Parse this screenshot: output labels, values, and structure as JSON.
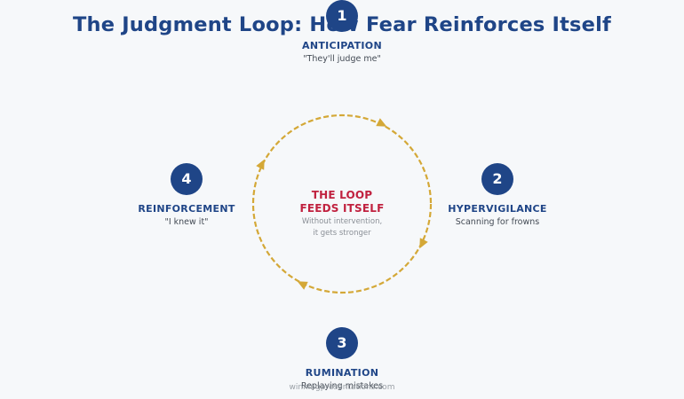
{
  "title": "The Judgment Loop: How Fear Reinforces Itself",
  "steps": [
    {
      "number": "1",
      "title": "ANTICIPATION",
      "subtitle": "\"They'll judge me\""
    },
    {
      "number": "2",
      "title": "HYPERVIGILANCE",
      "subtitle": "Scanning for frowns"
    },
    {
      "number": "3",
      "title": "RUMINATION",
      "subtitle": "Replaying mistakes"
    },
    {
      "number": "4",
      "title": "REINFORCEMENT",
      "subtitle": "\"I knew it\""
    }
  ],
  "center": {
    "title_line1": "THE LOOP",
    "title_line2": "FEEDS ITSELF",
    "sub_line1": "Without intervention,",
    "sub_line2": "it gets stronger"
  },
  "footer": "winningpresentations.com",
  "colors": {
    "navy": "#1f4587",
    "loop": "#d4a837",
    "accent_red": "#c0213f",
    "background": "#f6f8fa"
  }
}
